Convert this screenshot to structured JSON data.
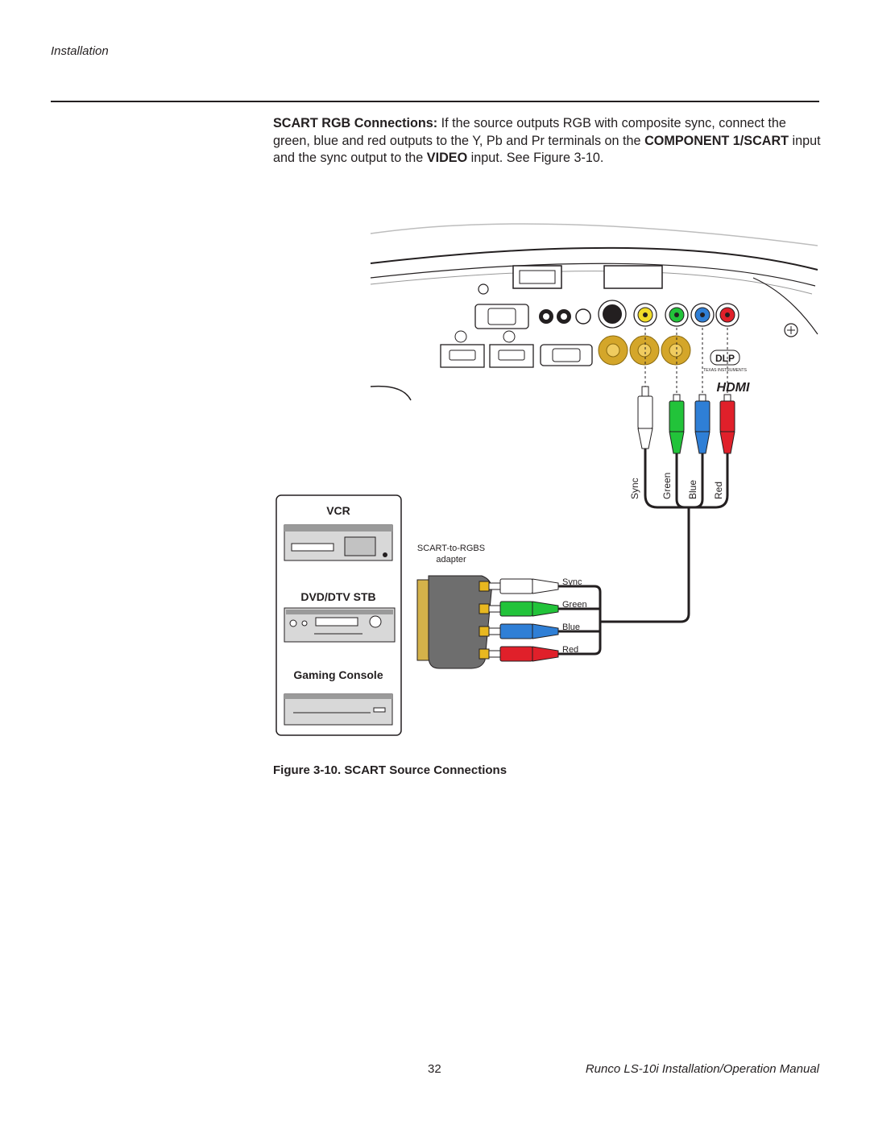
{
  "header": {
    "section": "Installation"
  },
  "paragraph": {
    "lead_bold": "SCART RGB Connections:",
    "text1": " If the source outputs RGB with composite sync, connect the green, blue and red outputs to the Y, Pb and Pr terminals on the ",
    "bold2": "COMPONENT 1/SCART",
    "text2": " input and the sync output to the ",
    "bold3": "VIDEO",
    "text3": " input. See Figure 3-10."
  },
  "figure": {
    "devices": {
      "vcr": "VCR",
      "dvd": "DVD/DTV STB",
      "console": "Gaming Console"
    },
    "adapter_label_1": "SCART-to-RGBS",
    "adapter_label_2": "adapter",
    "cable_labels_vertical": [
      "Sync",
      "Green",
      "Blue",
      "Red"
    ],
    "cable_labels_horizontal": [
      "Sync",
      "Green",
      "Blue",
      "Red"
    ],
    "hdmi_logo": "HDMI",
    "dlp_logo": "DLP",
    "ti_logo": "TEXAS INSTRUMENTS",
    "colors": {
      "sync": "#ffffff",
      "green": "#22c33a",
      "blue": "#2f7fd6",
      "red": "#e0202a",
      "yellow": "#e8b820",
      "gold": "#d4a62a"
    }
  },
  "caption": "Figure 3-10. SCART Source Connections",
  "footer": {
    "page_number": "32",
    "manual_title": "Runco LS-10i Installation/Operation Manual"
  }
}
